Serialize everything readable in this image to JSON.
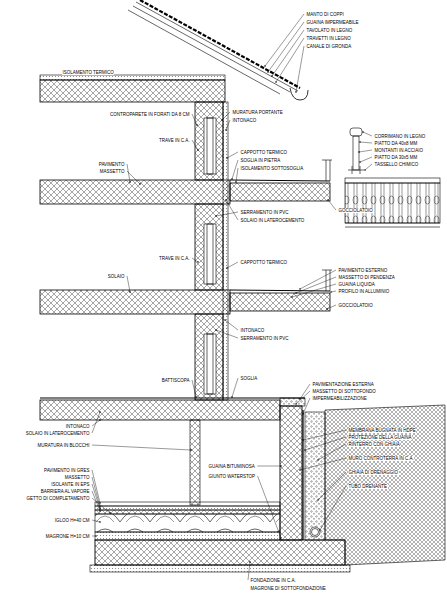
{
  "diagram": {
    "labels": [
      "ISOLAMENTO TERMICO",
      "MANTO DI COPPI",
      "GUAINA IMPERMEABILE",
      "TAVOLATO IN LEGNO",
      "TRAVETTI IN LEGNO",
      "CANALE DI GRONDA",
      "CONTROPARETE IN FORATI DA 8 CM",
      "MURATURA PORTANTE",
      "INTONACO",
      "TRAVE IN C.A.",
      "CAPPOTTO TERMICO",
      "SOGLIA IN PIETRA",
      "ISOLAMENTO SOTTOSOGLIA",
      "PAVIMENTO",
      "MASSETTO",
      "SERRAMENTO IN PVC",
      "SOLAIO IN LATEROCEMENTO",
      "GOCCIOLATOIO",
      "CORRIMANO IN LEGNO",
      "PIATTO DA 40x8 MM",
      "MONTANTI IN ACCIAIO",
      "PIATTO DA 30x5 MM",
      "TASSELLO CHIMICO",
      "TRAVE IN C.A.",
      "SOLAIO",
      "CAPPOTTO TERMICO",
      "PAVIMENTO ESTERNO",
      "MASSETTO DI PENDENZA",
      "GUAINA LIQUIDA",
      "PROFILO IN ALLUMINIO",
      "GOCCIOLATOIO",
      "INTONACO",
      "SERRAMENTO IN PVC",
      "BATTISCOPA",
      "SOGLIA",
      "PAVIMENTAZIONE ESTERNA",
      "MASSETTO DI SOTTOFONDO",
      "IMPERMEABILIZZAZIONE",
      "INTONACO",
      "SOLAIO IN LATEROCEMENTO",
      "MURATURA IN BLOCCHI",
      "PAVIMENTO IN GRES",
      "MASSETTO",
      "ISOLANTE IN EPS",
      "BARRIERA AL VAPORE",
      "GETTO DI COMPLETAMENTO",
      "IGLOO H=40 CM",
      "MAGRONE H=10 CM",
      "MEMBRANA BUGNATA IN HDPE",
      "PROTEZIONE DELLA GUAINA",
      "RINTERRO CON GHIAIA",
      "MURO CONTROTERRA IN C.A.",
      "GUAINA BITUMINOSA",
      "GIUNTO WATERSTOP",
      "GHIAIA DI DRENAGGIO",
      "TUBO DRENANTE",
      "FONDAZIONE IN C.A.",
      "MAGRONE DI SOTTOFONDAZIONE"
    ]
  }
}
